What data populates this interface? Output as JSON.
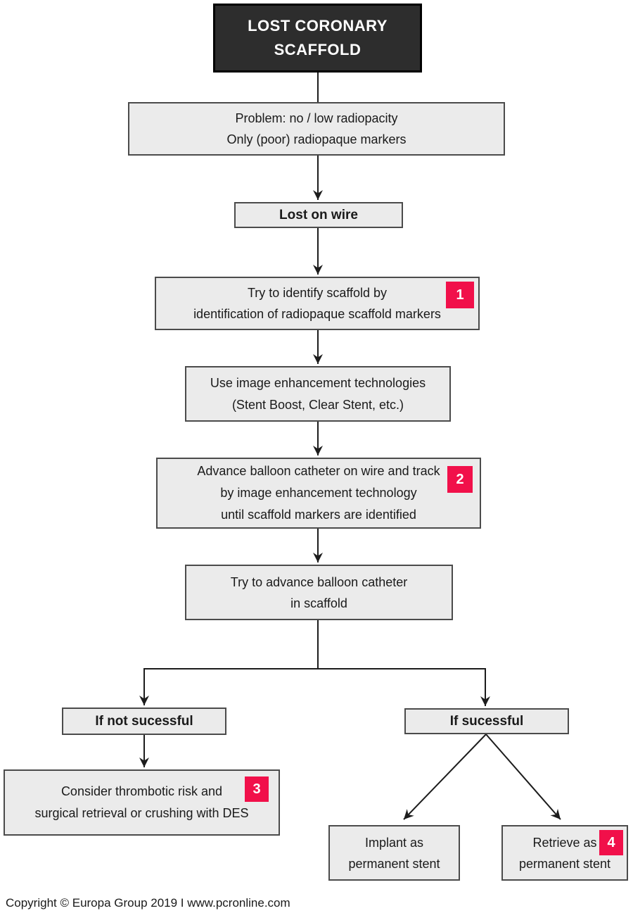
{
  "colors": {
    "page_bg": "#ffffff",
    "title_bg": "#2d2d2d",
    "box_bg": "#ebebeb",
    "box_border": "#4b4b4b",
    "badge_bg": "#f1104a",
    "line": "#1c1c1c",
    "text": "#1a1a1a"
  },
  "title": {
    "lines": [
      "LOST CORONARY",
      "SCAFFOLD"
    ]
  },
  "nodes": {
    "problem": {
      "lines": [
        "Problem: no / low radiopacity",
        "Only (poor) radiopaque markers"
      ]
    },
    "lost_on_wire": {
      "lines": [
        "Lost on wire"
      ]
    },
    "identify": {
      "lines": [
        "Try to identify scaffold by",
        "identification of radiopaque scaffold markers"
      ],
      "badge": "1"
    },
    "enhance": {
      "lines": [
        "Use image enhancement technologies",
        "(Stent Boost, Clear Stent, etc.)"
      ]
    },
    "advance_track": {
      "lines": [
        "Advance balloon catheter on wire and track",
        "by image enhancement technology",
        "until scaffold markers are identified"
      ],
      "badge": "2"
    },
    "advance_in_scaffold": {
      "lines": [
        "Try to advance balloon catheter",
        "in scaffold"
      ]
    },
    "not_successful": {
      "lines": [
        "If not sucessful"
      ]
    },
    "successful": {
      "lines": [
        "If sucessful"
      ]
    },
    "consider": {
      "lines": [
        "Consider thrombotic risk and",
        "surgical retrieval or crushing with DES"
      ],
      "badge": "3"
    },
    "implant": {
      "lines": [
        "Implant as",
        "permanent stent"
      ]
    },
    "retrieve": {
      "lines": [
        "Retrieve as",
        "permanent stent"
      ],
      "badge": "4"
    }
  },
  "footer": {
    "copyright": "Copyright © Europa Group 2019 I www.pcronline.com"
  }
}
